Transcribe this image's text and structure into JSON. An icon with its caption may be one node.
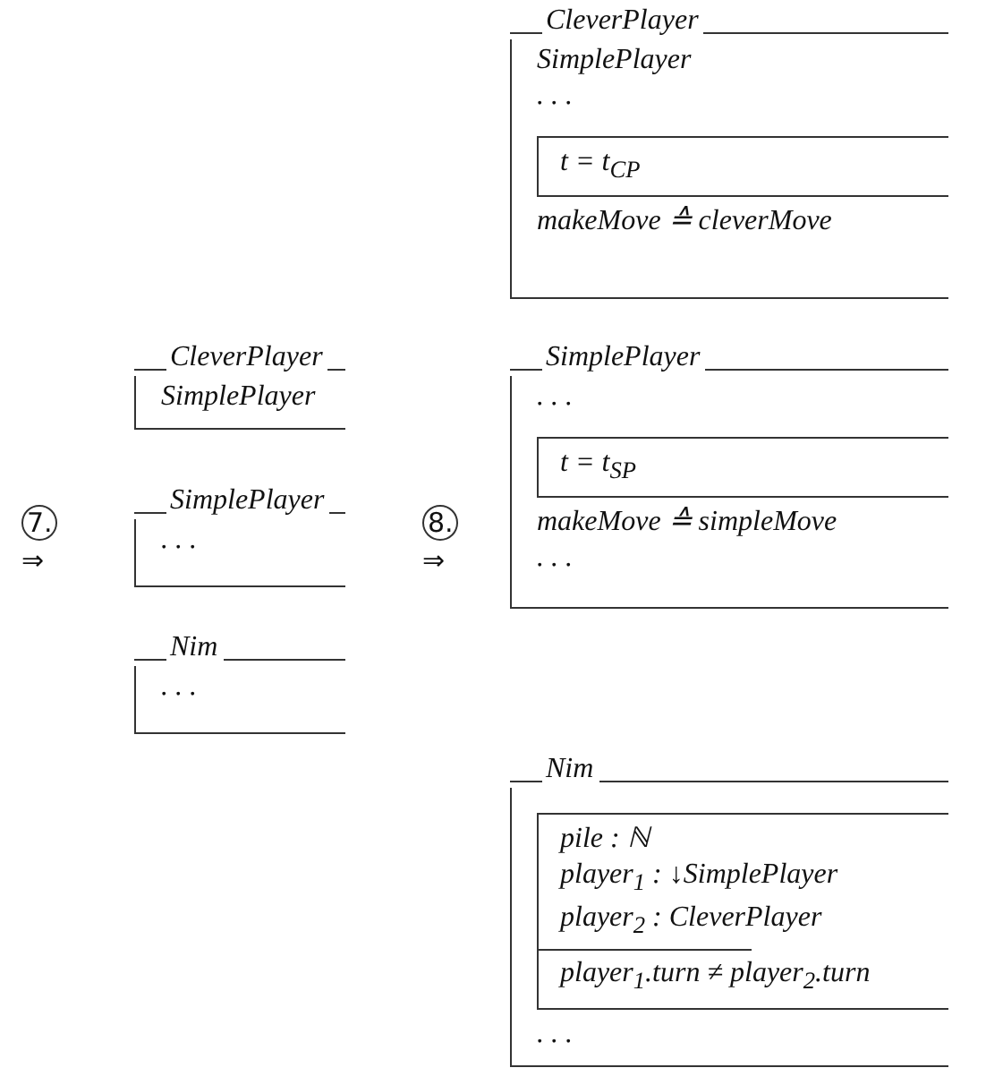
{
  "diagram": {
    "nodes": [
      {
        "text": [
          "CleverPlayer",
          "SimplePlayer"
        ]
      },
      {
        "text": [
          "SimplePlayer",
          ". . ."
        ]
      },
      {
        "text": [
          "Nim",
          ". . ."
        ]
      },
      {
        "text": [
          "CleverPlayer",
          "SimplePlayer",
          ". . .",
          "makeMove ≙ cleverMove"
        ]
      },
      {
        "text": [
          "t = t$_{CP}$"
        ],
        "in": 3
      },
      {
        "text": [
          "SimplePlayer",
          ". . .",
          "makeMove ≙ simpleMove",
          ". . ."
        ]
      },
      {
        "text": [
          "t = t$_{SP}$"
        ],
        "in": 5
      },
      {
        "text": [
          "Nim",
          ". . ."
        ]
      },
      {
        "text": [
          "pile : ℕ",
          "player$_{1}$ : ↓SimplePlayer",
          "player$_{2}$ : CleverPlayer",
          "player$_{1}$.turn ≠ player$_{2}$.turn"
        ],
        "in": 7
      }
    ],
    "edges": [],
    "labels": [
      "7.",
      "⇒",
      "8.",
      "⇒"
    ]
  }
}
